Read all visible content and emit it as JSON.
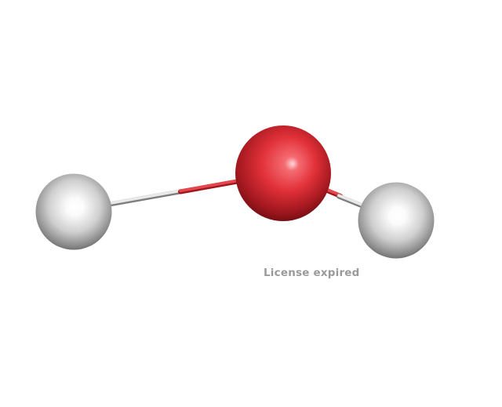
{
  "watermark": {
    "text": "License expired"
  },
  "molecule": {
    "atoms": [
      {
        "element": "H",
        "color": "#e8e8e8"
      },
      {
        "element": "O",
        "color": "#e8323b"
      },
      {
        "element": "H",
        "color": "#e8e8e8"
      }
    ],
    "bonds": [
      {
        "from": 0,
        "to": 1
      },
      {
        "from": 1,
        "to": 2
      }
    ]
  },
  "colors": {
    "background": "#ffffff",
    "hydrogen": "#e8e8e8",
    "oxygen": "#e8323b",
    "watermark": "#9a9a9a"
  }
}
